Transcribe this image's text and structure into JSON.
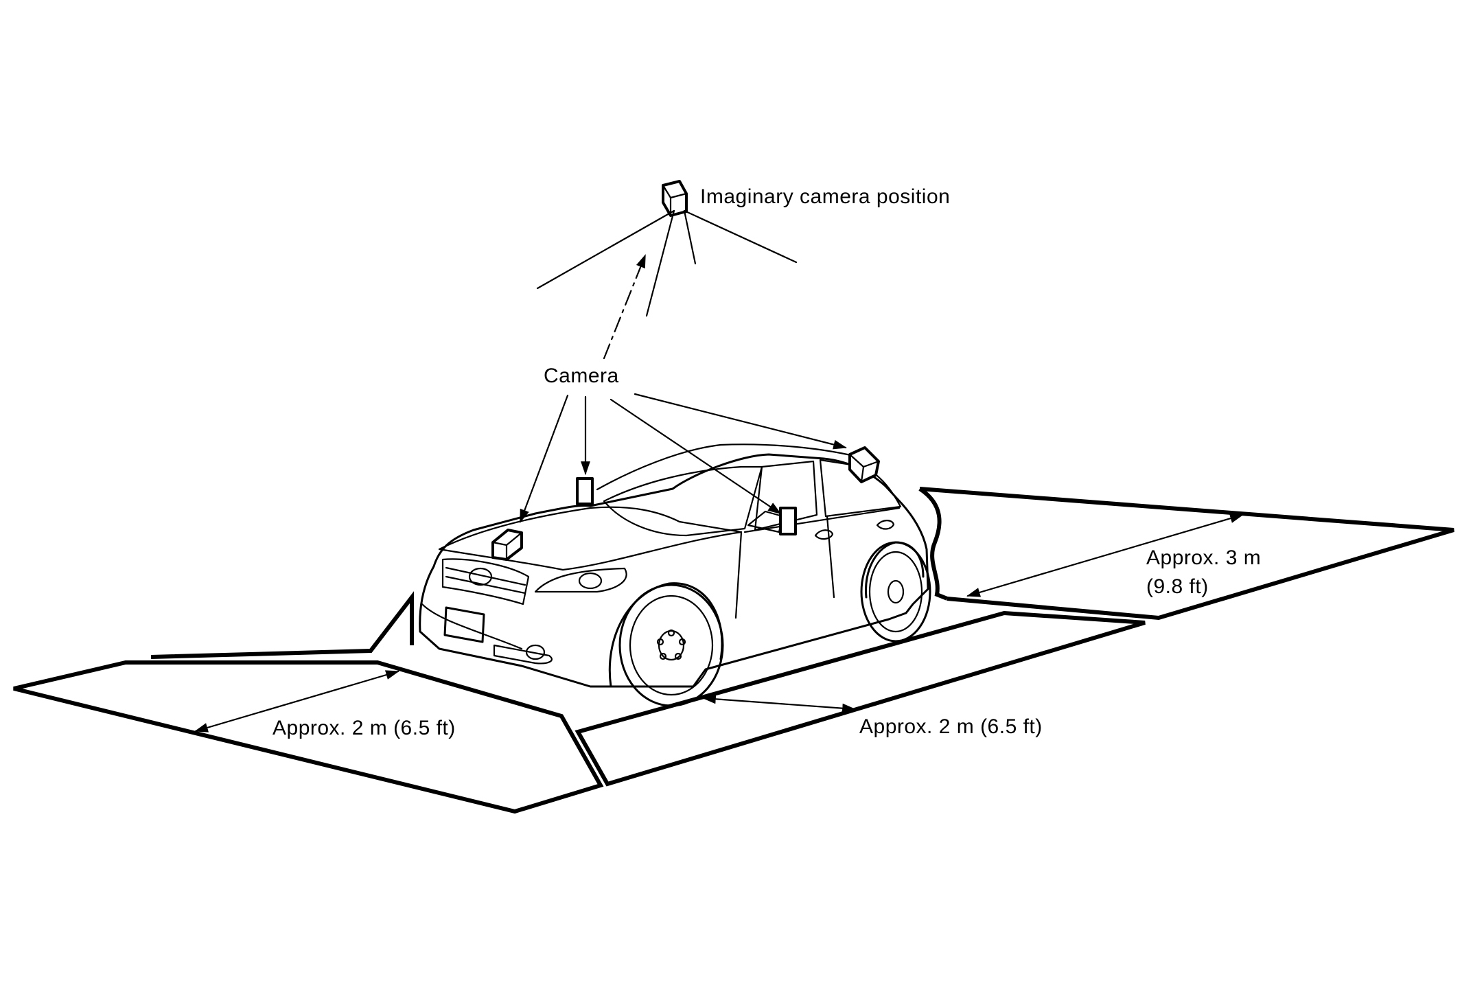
{
  "labels": {
    "imaginary_camera": "Imaginary camera position",
    "camera": "Camera",
    "front_distance": "Approx. 2 m (6.5 ft)",
    "side_distance": "Approx. 2 m (6.5 ft)",
    "rear_distance_line1": "Approx. 3 m",
    "rear_distance_line2": "(9.8 ft)"
  }
}
